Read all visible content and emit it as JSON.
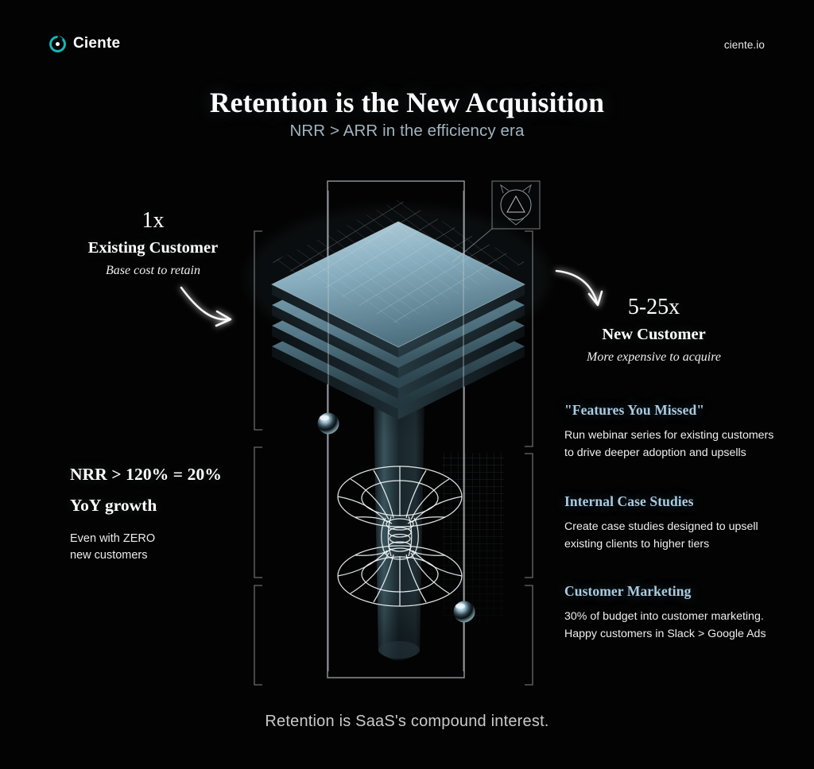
{
  "brand": {
    "name": "Ciente",
    "logo_icon": "ciente-circle-logo",
    "logo_color": "#12b8b8",
    "website": "ciente.io"
  },
  "header": {
    "title": "Retention is the New Acquisition",
    "subtitle": "NRR > ARR in the efficiency era",
    "subtitle_color": "#9fb4c0"
  },
  "annotations": {
    "existing_customer": {
      "multiplier": "1x",
      "label": "Existing Customer",
      "note": "Base cost to retain",
      "arrow_icon": "curved-arrow-down-right"
    },
    "new_customer": {
      "multiplier": "5-25x",
      "label": "New Customer",
      "note": "More expensive to acquire",
      "arrow_icon": "curved-arrow-down-right"
    },
    "nrr_stat": {
      "line1": "NRR > 120% = 20%",
      "line2": "YoY growth",
      "line3": "Even with ZERO\nnew customers"
    }
  },
  "tactics": [
    {
      "heading": "\"Features You Missed\"",
      "body": "Run webinar series for existing customers to drive deeper adoption and upsells"
    },
    {
      "heading": "Internal Case Studies",
      "body": "Create case studies designed to upsell existing clients to higher tiers"
    },
    {
      "heading": "Customer Marketing",
      "body": "30% of budget into customer marketing. Happy customers in Slack > Google Ads"
    }
  ],
  "footer": {
    "tagline": "Retention is SaaS's compound interest."
  },
  "graphic": {
    "layer_stack_icon": "stacked-diamond-layers",
    "layer_count": 4,
    "badge_icon": "triangle-in-circle-badge",
    "torus_icon": "wireframe-hourglass-torus",
    "sphere_icon": "chrome-sphere",
    "sphere_count": 2,
    "frame_icon": "rectangle-frame",
    "bracket_icon": "corner-bracket",
    "bracket_count": 6,
    "accent_top": "#b9d5e2",
    "accent_mid": "#6e97a8",
    "accent_deep": "#223038"
  },
  "tactic_heading_color": "#a9cbe0"
}
